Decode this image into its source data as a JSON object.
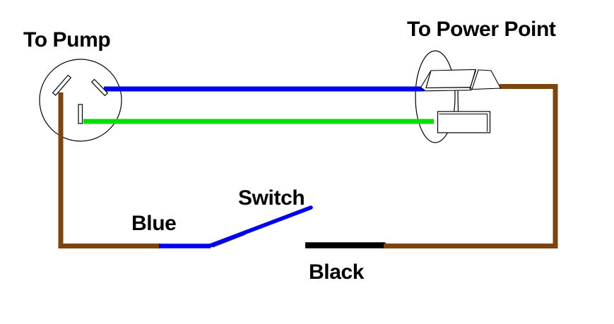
{
  "labels": {
    "to_pump": "To Pump",
    "to_power_point": "To Power Point",
    "blue_wire": "Blue",
    "switch": "Switch",
    "black_wire": "Black"
  },
  "colors": {
    "blue": "#0000ee",
    "green": "#00e000",
    "brown": "#7b4512",
    "black": "#000000",
    "outline": "#000000",
    "switch_shadow": "#3d3d3d",
    "background": "#ffffff"
  },
  "diagram": {
    "type": "wiring-diagram",
    "devices": [
      {
        "id": "pump-plug",
        "label_key": "to_pump",
        "symbol": "three-pin-plug-face"
      },
      {
        "id": "power-point-plug",
        "label_key": "to_power_point",
        "symbol": "three-pin-plug-side"
      }
    ],
    "wires": [
      {
        "id": "blue-top",
        "color": "blue",
        "from": "pump-plug-right-pin",
        "to": "power-point-plug-top-pin"
      },
      {
        "id": "green-top",
        "color": "green",
        "from": "pump-plug-earth-pin",
        "to": "power-point-plug-lower-pin"
      },
      {
        "id": "brown-left",
        "color": "brown",
        "from": "pump-plug-left-pin",
        "to": "switch-blue-lead"
      },
      {
        "id": "switch-blue-lead",
        "color": "blue",
        "label_key": "blue_wire",
        "from": "brown-left",
        "to": "switch-open-contact"
      },
      {
        "id": "black-segment",
        "color": "black",
        "label_key": "black_wire",
        "from": "switch-gap",
        "to": "brown-right"
      },
      {
        "id": "brown-right",
        "color": "brown",
        "from": "black-segment",
        "to": "power-point-plug-side-pin"
      }
    ],
    "switch_state": "open"
  }
}
